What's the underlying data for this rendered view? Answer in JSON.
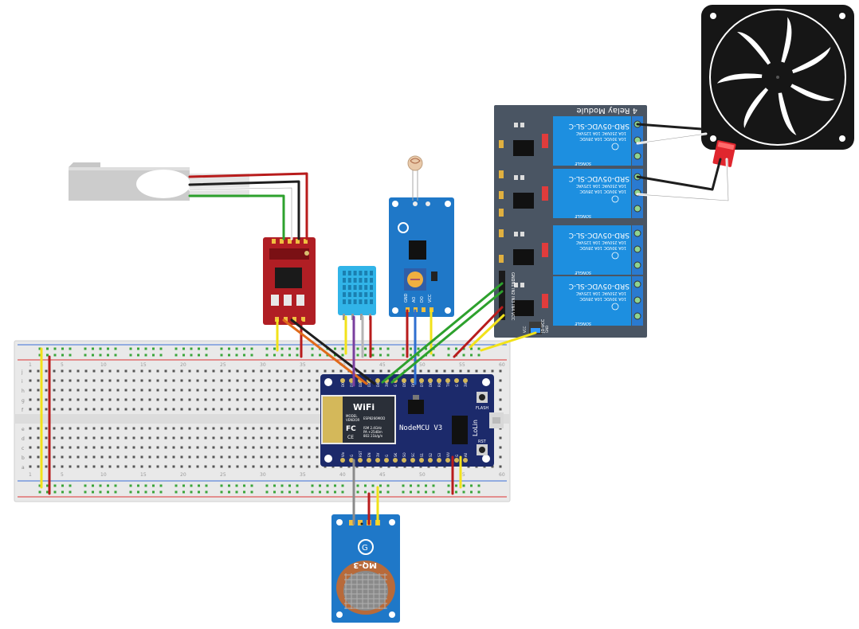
{
  "relay": {
    "title": "4 Relay Module",
    "relay_model": "SRD-05VDC-SL-C",
    "rating_lines": [
      "10A 250VAC  10A 125VAC",
      "10A  30VDC  10A  28VDC"
    ],
    "brand": "SONGLE",
    "pin_labels": [
      "GND",
      "IN1",
      "IN2",
      "IN3",
      "IN4",
      "VCC"
    ],
    "jd_label": "JD-VCC",
    "jd_pins": [
      "VCC",
      "GND"
    ]
  },
  "nodemcu": {
    "name": "NodeMCU V3",
    "brand": "LoLin",
    "flash_label": "FLASH",
    "rst_label": "RST",
    "top_pins": [
      "Vin",
      "G",
      "RST",
      "EN",
      "3V",
      "G",
      "SK",
      "SO",
      "SC",
      "S1",
      "S2",
      "S3",
      "VU",
      "G",
      "A0"
    ],
    "bottom_pins": [
      "D0",
      "D1",
      "D2",
      "D3",
      "D4",
      "3V",
      "G",
      "D5",
      "D6",
      "D7",
      "D8",
      "RX",
      "TX",
      "G",
      "3V"
    ],
    "wifi_label": "WiFi",
    "chip_label": "ESP8266MOD",
    "model_label": "MODEL",
    "vendor_label": "VENDOR",
    "ism_label": "ISM 2.4GHz",
    "pa_label": "PA +25dBm",
    "spec_label": "802.11b/g/n",
    "fc_label": "FC",
    "ce_label": "CE"
  },
  "mq3": {
    "label": "MQ-3"
  },
  "ldr_module": {
    "pin_labels": [
      "GND",
      "AO",
      "DO",
      "VCC"
    ]
  },
  "breadboard": {
    "row_letters_top": [
      "j",
      "i",
      "h",
      "g",
      "f"
    ],
    "row_letters_bottom": [
      "e",
      "d",
      "c",
      "b",
      "a"
    ],
    "column_numbers": [
      "1",
      "5",
      "10",
      "15",
      "20",
      "25",
      "30",
      "35",
      "40",
      "45",
      "50",
      "55",
      "60"
    ]
  },
  "colors": {
    "wire_red": "#b81c1c",
    "wire_black": "#1e1e1e",
    "wire_green": "#2da12d",
    "wire_yellow": "#f2e21a",
    "wire_orange": "#e06a1a",
    "wire_blue": "#2f6fd0",
    "wire_purple": "#7a3f9e",
    "wire_grey": "#8a8a8a",
    "relay_board": "#4a5563",
    "relay_blue": "#1d8fe0",
    "nodemcu_board": "#1c2a6b",
    "hx711_board": "#b01e24",
    "mq_board": "#1f78c8",
    "dht_blue": "#31b4e8"
  }
}
